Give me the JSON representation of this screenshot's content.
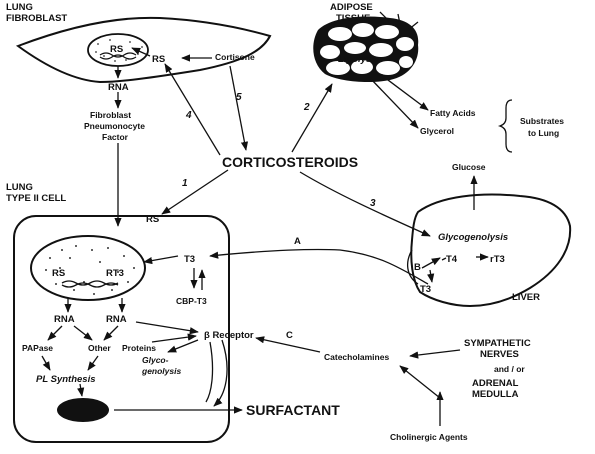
{
  "labels": {
    "lung_fibroblast": [
      "LUNG",
      "FIBROBLAST"
    ],
    "adipose_tissue": [
      "ADIPOSE",
      "TISSUE"
    ],
    "lung_type2_cell": [
      "LUNG",
      "TYPE II CELL"
    ],
    "liver": "LIVER",
    "rs_nucleus_fibro": "RS",
    "rs_fibro": "RS",
    "cortisone": "Cortisone",
    "rna_fibro": "RNA",
    "fpf": [
      "Fibroblast",
      "Pneumonocyte",
      "Factor"
    ],
    "corticosteroids": "CORTICOSTEROIDS",
    "lipolysis": "Lipolysis",
    "fatty_acids": "Fatty Acids",
    "glycerol": "Glycerol",
    "substrates": [
      "Substrates",
      "to Lung"
    ],
    "glucose": "Glucose",
    "rs_cell": "RS",
    "rs_nucleus_cell": "RS",
    "rt3_nucleus": "RT3",
    "t3_cell": "T3",
    "cbp_t3": "CBP-T3",
    "rna_left": "RNA",
    "rna_right": "RNA",
    "papase": "PAPase",
    "other_proteins": [
      "Other",
      "Proteins"
    ],
    "glycogenolysis_cell": [
      "Glyco-",
      "genolysis"
    ],
    "pl_synthesis": "PL Synthesis",
    "beta_receptor": "β  Receptor",
    "surfactant": "SURFACTANT",
    "glycogenolysis_liver": "Glycogenolysis",
    "b_liver": "B",
    "t4_liver": "T4",
    "rt3_liver": "rT3",
    "t3_liver": "T3",
    "catecholamines": "Catecholamines",
    "sympathetic": [
      "SYMPATHETIC",
      "NERVES"
    ],
    "and_or": "and / or",
    "adrenal": [
      "ADRENAL",
      "MEDULLA"
    ],
    "cholinergic": "Cholinergic Agents"
  },
  "pathways": {
    "p1": "1",
    "p2": "2",
    "p3": "3",
    "p4": "4",
    "p5": "5",
    "pA": "A",
    "pC": "C"
  }
}
